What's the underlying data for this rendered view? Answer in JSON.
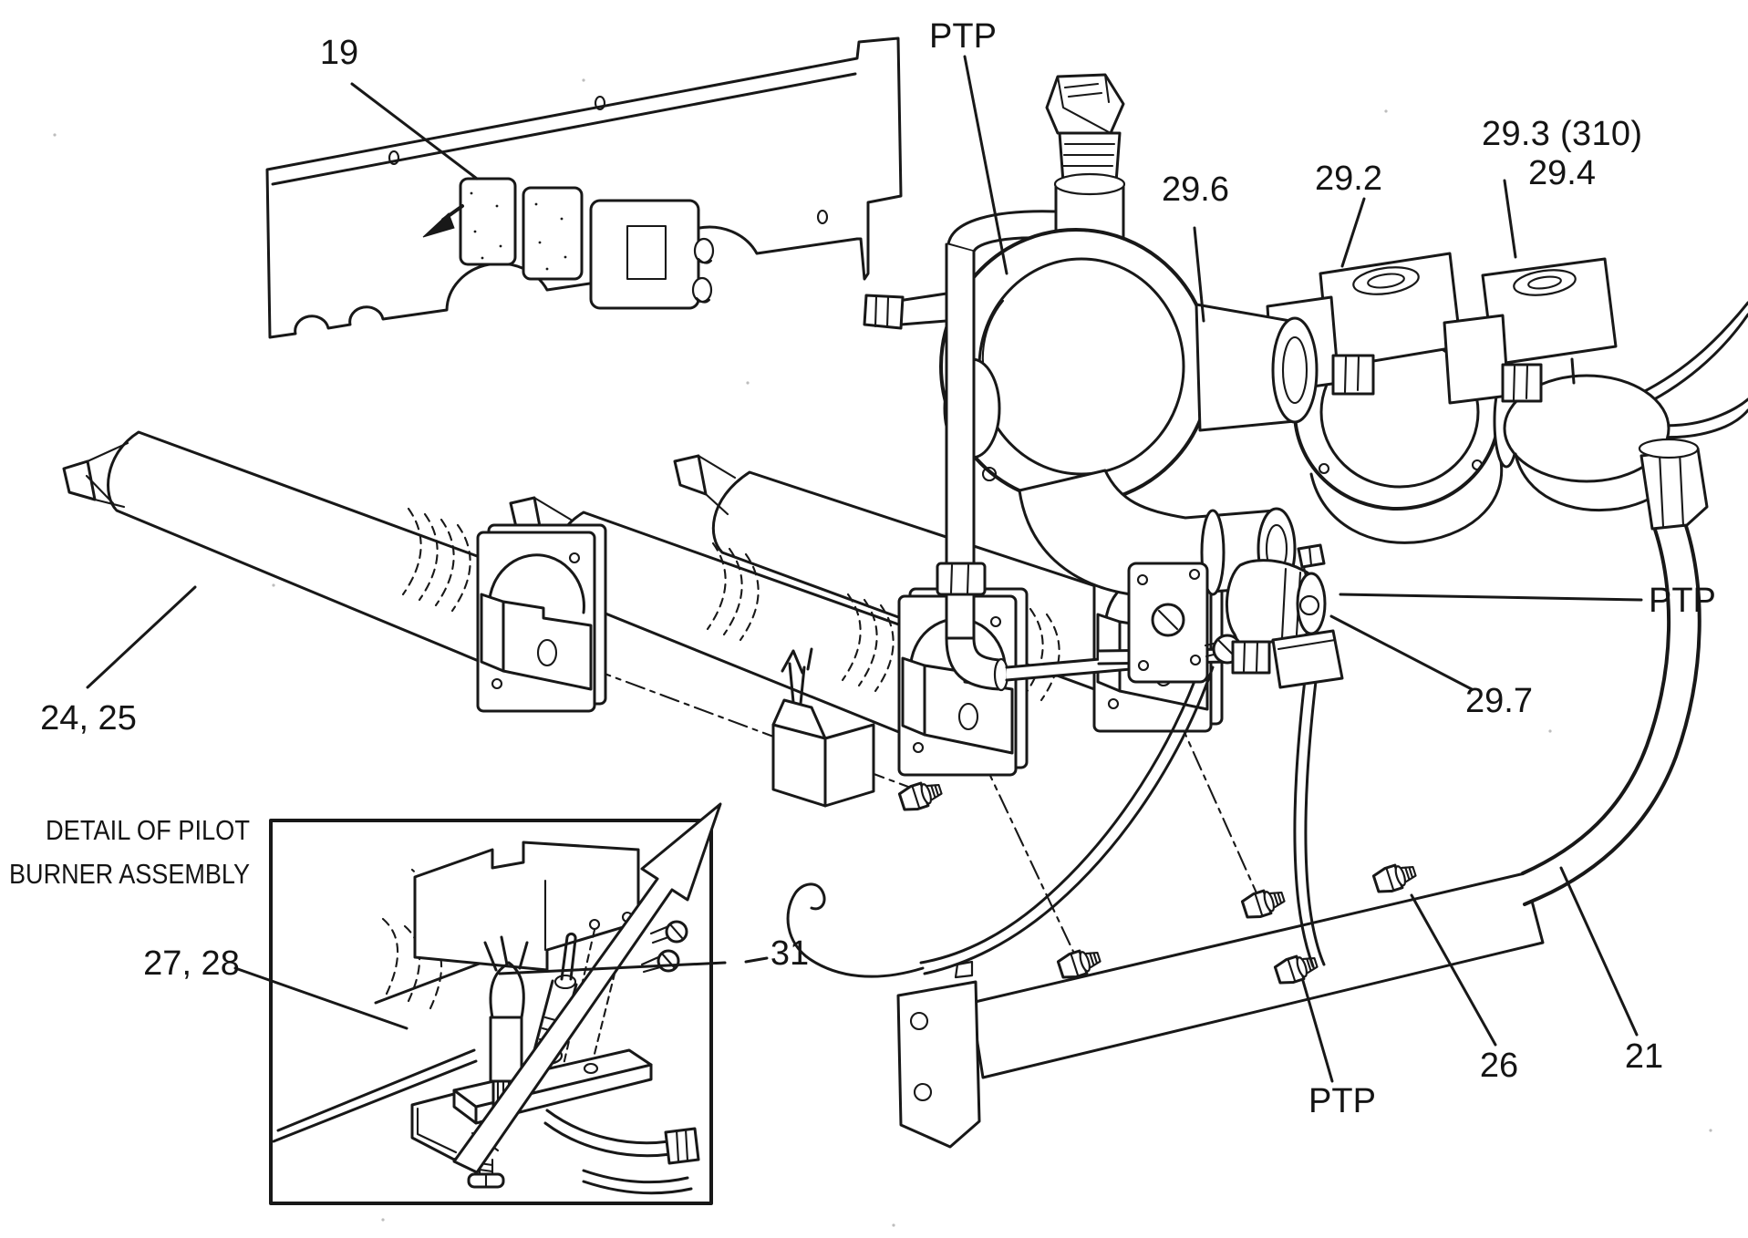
{
  "figure": {
    "inset_caption_lines": [
      "DETAIL OF PILOT",
      "BURNER ASSEMBLY"
    ],
    "callouts": [
      {
        "id": "part-19",
        "text": "19"
      },
      {
        "id": "ptp-top",
        "text": "PTP"
      },
      {
        "id": "part-29-6",
        "text": "29.6"
      },
      {
        "id": "part-29-2",
        "text": "29.2"
      },
      {
        "id": "part-29-3",
        "text": "29.3 (310)"
      },
      {
        "id": "part-29-4",
        "text": "29.4"
      },
      {
        "id": "part-24-25",
        "text": "24, 25"
      },
      {
        "id": "part-27-28",
        "text": "27, 28"
      },
      {
        "id": "part-31",
        "text": "31"
      },
      {
        "id": "part-29-7",
        "text": "29.7"
      },
      {
        "id": "ptp-right",
        "text": "PTP"
      },
      {
        "id": "ptp-bottom",
        "text": "PTP"
      },
      {
        "id": "part-26",
        "text": "26"
      },
      {
        "id": "part-21",
        "text": "21"
      }
    ],
    "colors": {
      "ink": "#181818",
      "paper": "#ffffff"
    }
  }
}
